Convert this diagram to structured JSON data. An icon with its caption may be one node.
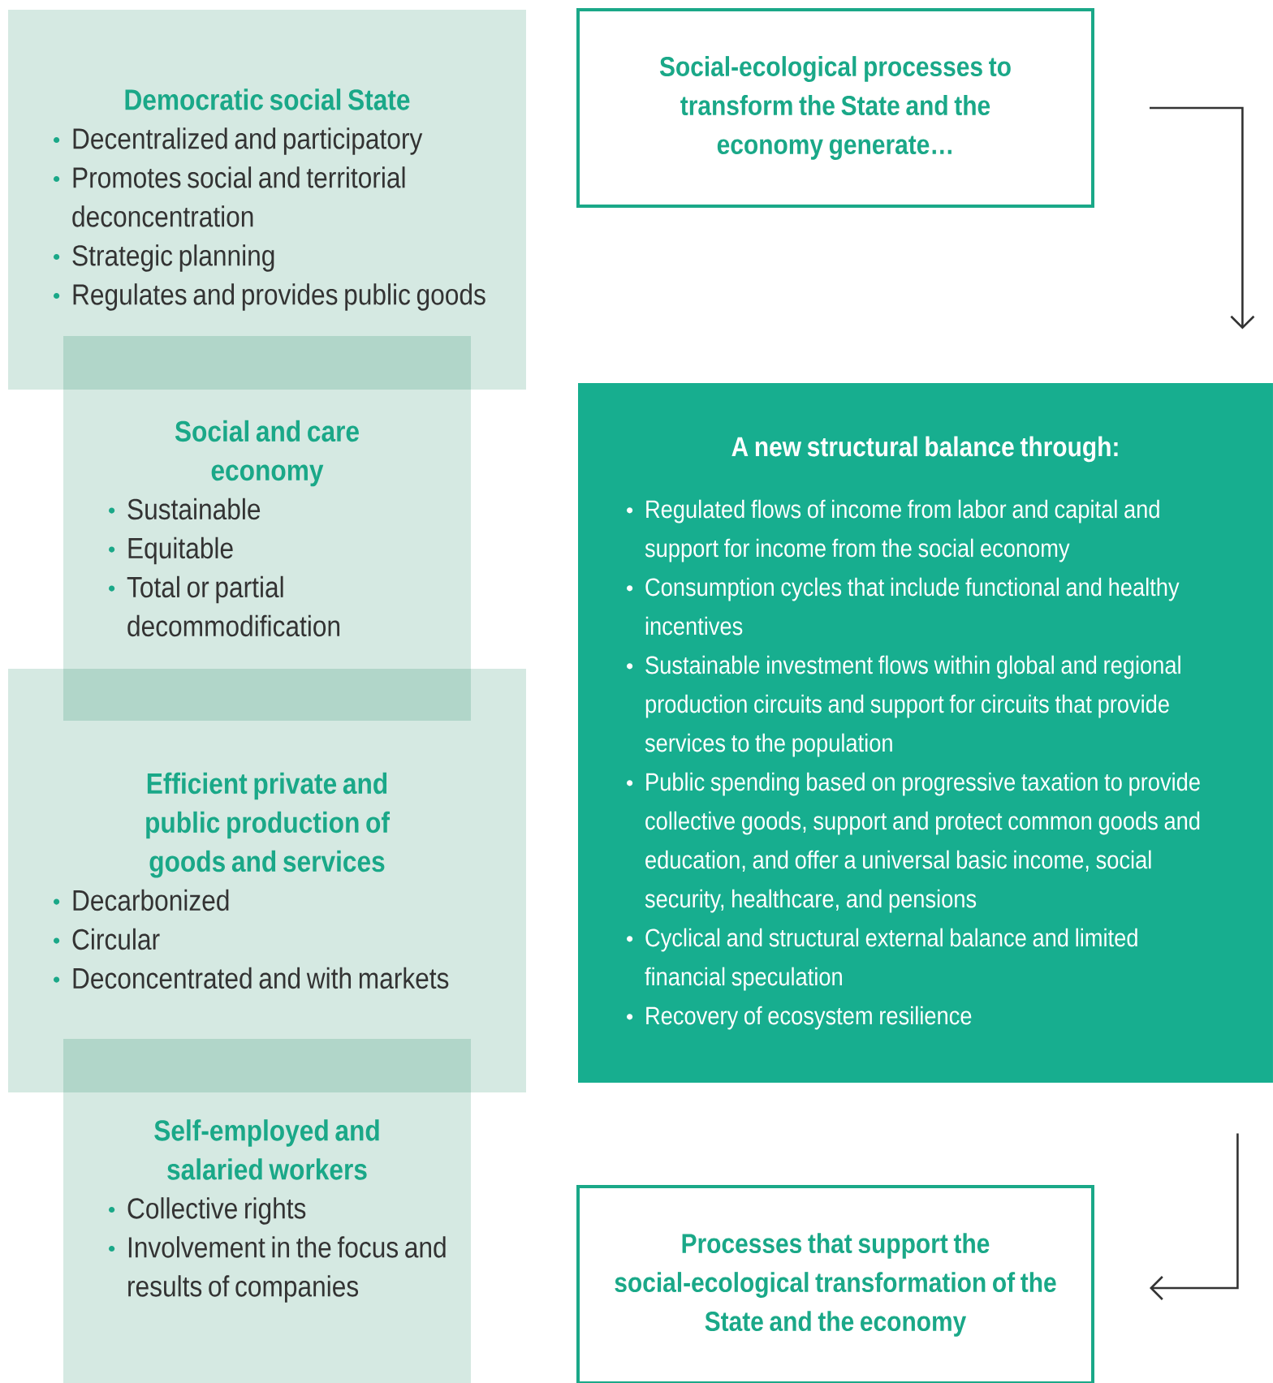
{
  "diagram": {
    "nodes": [
      {
        "text": [
          "Democratic social State",
          "Decentralized and participatory",
          "Promotes social and territorial deconcentration",
          "Strategic planning",
          "Regulates and provides public goods"
        ]
      },
      {
        "text": [
          "Social and care economy",
          "Sustainable",
          "Equitable",
          "Total or partial decommodification"
        ]
      },
      {
        "text": [
          "Efficient private and public production of goods and services",
          "Decarbonized",
          "Circular",
          "Deconcentrated and with markets"
        ]
      },
      {
        "text": [
          "Self-employed and salaried workers",
          "Collective rights",
          "Involvement in the focus and results of companies"
        ]
      },
      {
        "text": [
          "Social-ecological processes to transform the State and the economy generate…"
        ]
      },
      {
        "text": [
          "A new structural balance through:",
          "Regulated flows of income from labor and capital and support for income from the social economy",
          "Consumption cycles that include functional and healthy incentives",
          "Sustainable investment flows within global and regional production circuits and support for circuits that provide services to the population",
          "Public spending based on progressive taxation to provide collective goods, support and protect common goods and education, and offer a universal basic income, social security, healthcare, and pensions",
          "Cyclical and structural external balance and limited financial speculation",
          "Recovery of ecosystem resilience"
        ]
      },
      {
        "text": [
          "Processes that support the social-ecological transformation of the State and the economy"
        ]
      }
    ],
    "edges": [
      {
        "from": 4,
        "to": 5,
        "arrow": "to"
      },
      {
        "from": 5,
        "to": 6,
        "arrow": "to"
      }
    ]
  }
}
